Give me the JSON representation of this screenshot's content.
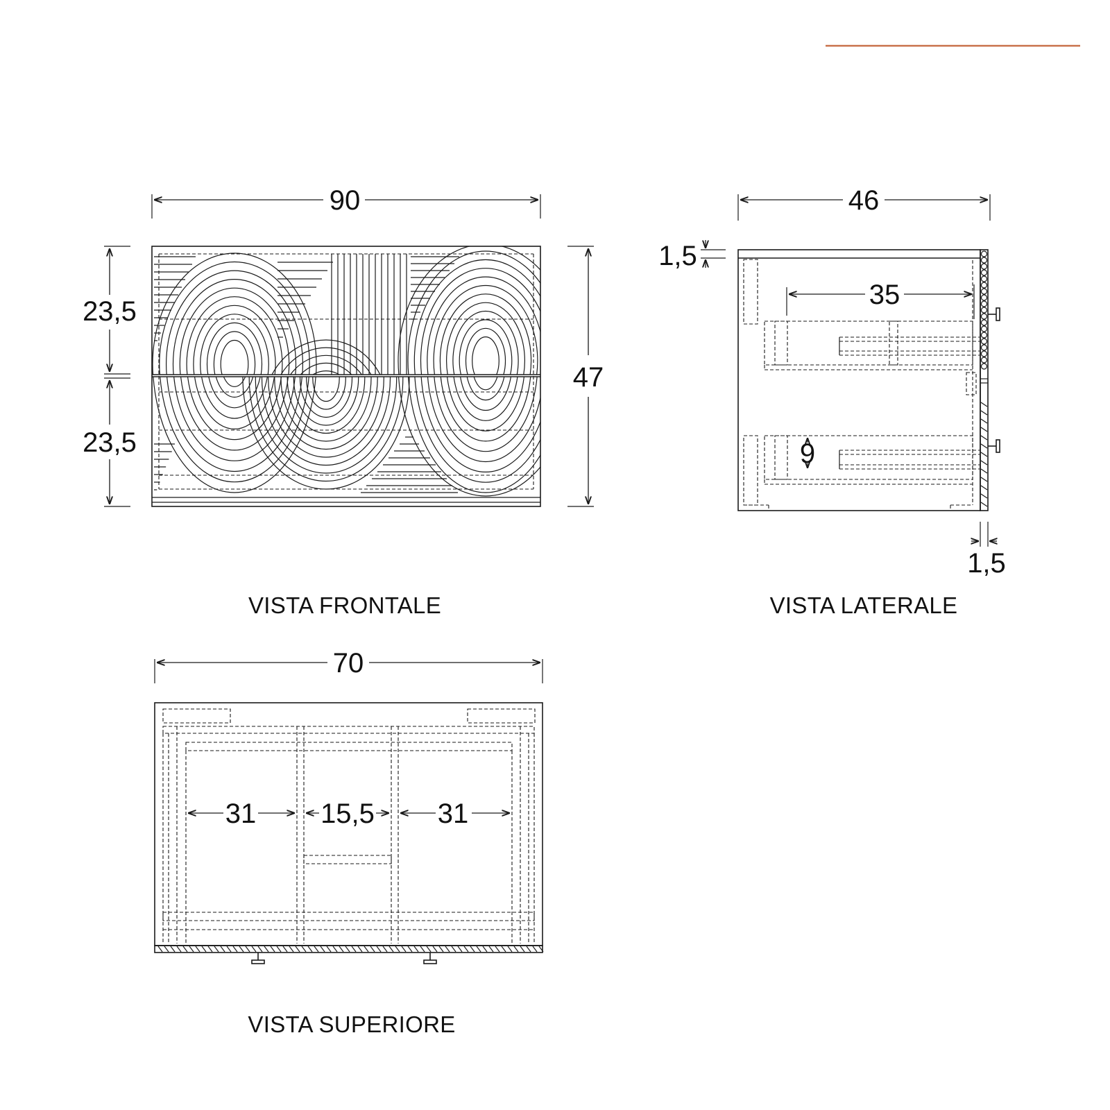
{
  "accent_color": "#c8714a",
  "front_view": {
    "caption": "VISTA FRONTALE",
    "width": "90",
    "height": "47",
    "upper_drawer": "23,5",
    "lower_drawer": "23,5"
  },
  "side_view": {
    "caption": "VISTA LATERALE",
    "depth": "46",
    "top_thickness": "1,5",
    "front_thickness": "1,5",
    "drawer_depth": "35",
    "rail_height": "9"
  },
  "top_view": {
    "caption": "VISTA SUPERIORE",
    "width": "70",
    "left_section": "31",
    "center_section": "15,5",
    "right_section": "31"
  }
}
